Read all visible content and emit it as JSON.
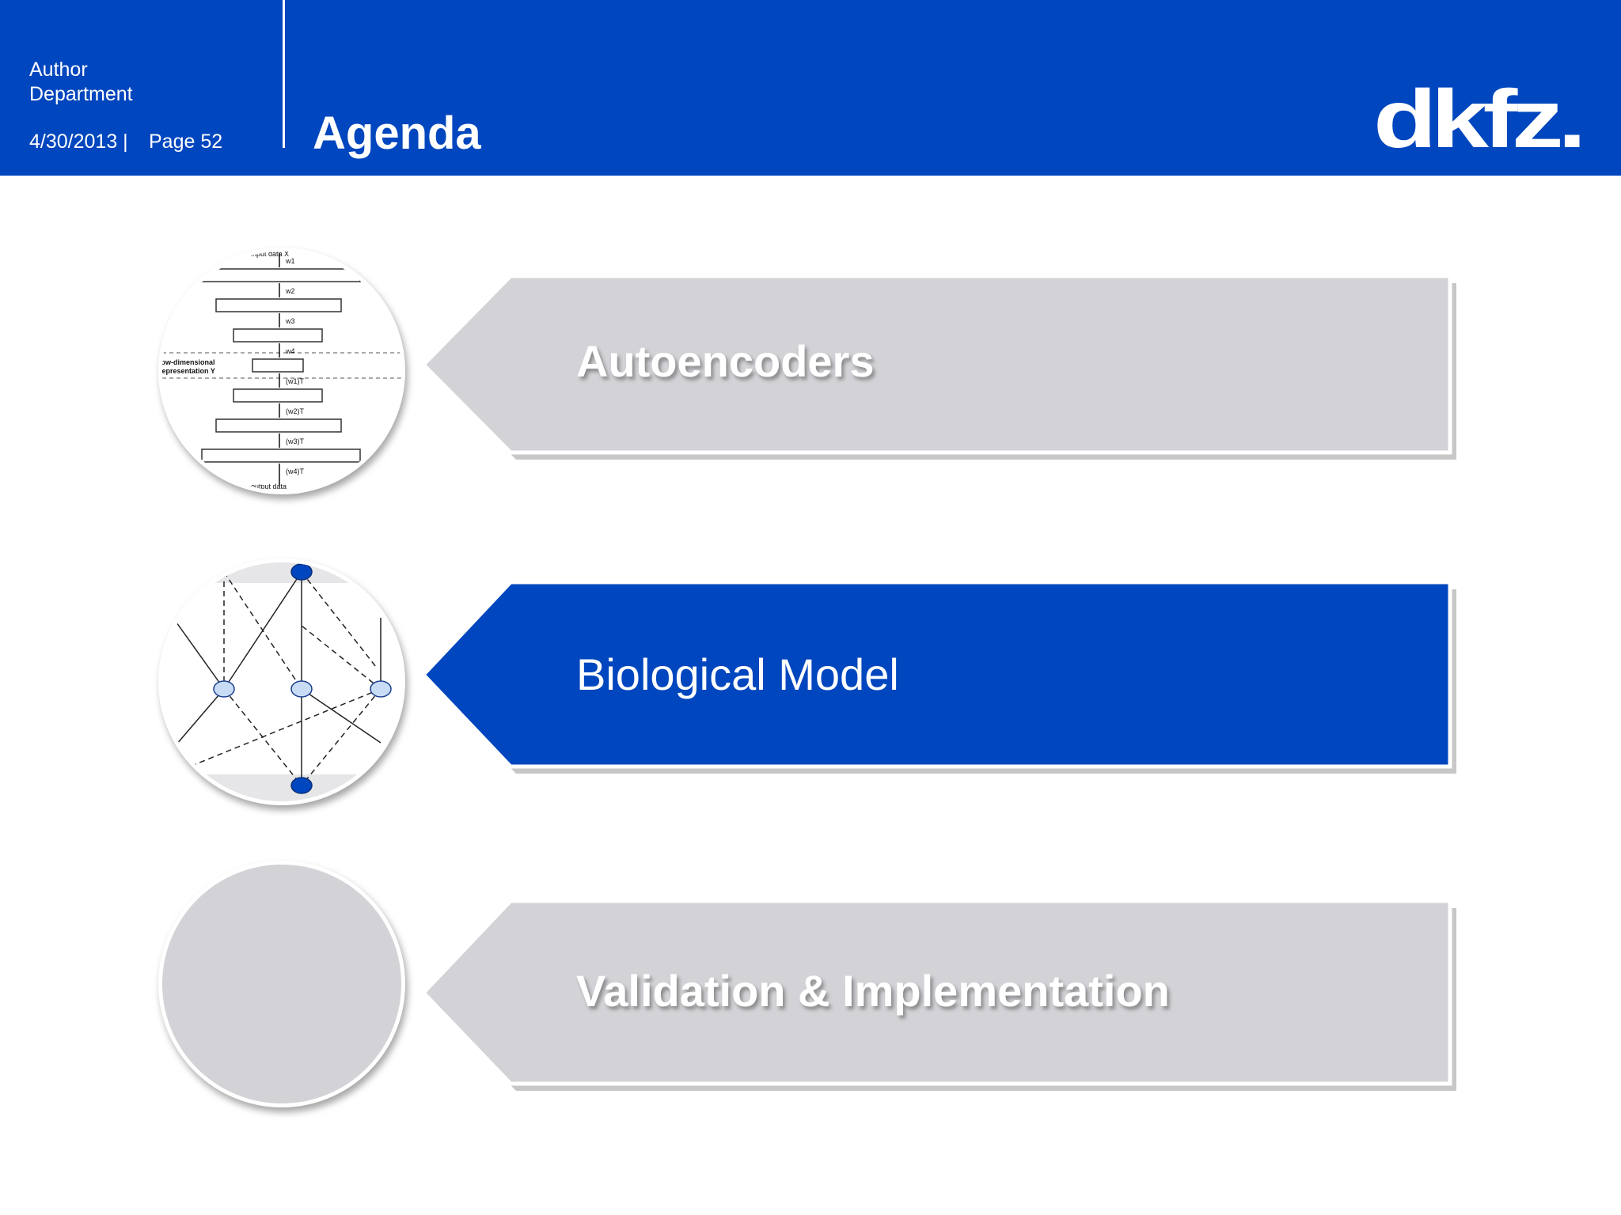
{
  "header": {
    "author": "Author",
    "department": "Department",
    "date": "4/30/2013 |",
    "page": "Page 52",
    "title": "Agenda",
    "logo_text": "dkfz."
  },
  "agenda": {
    "items": [
      {
        "label": "Autoencoders",
        "active": false
      },
      {
        "label": "Biological Model",
        "active": true
      },
      {
        "label": "Validation & Implementation",
        "active": false
      }
    ]
  },
  "thumbnail_autoencoder": {
    "top_label": "input data X",
    "weights": [
      "w1",
      "w2",
      "w3",
      "w4",
      "(w1)T",
      "(w2)T",
      "(w3)T",
      "(w4)T"
    ],
    "code_label_1": "low-dimensional",
    "code_label_2": "representation Y",
    "bottom_label": "output data"
  },
  "colors": {
    "brand_blue": "#0046BE",
    "banner_gray": "#D3D2D6",
    "node_light": "#C8DCF5"
  }
}
